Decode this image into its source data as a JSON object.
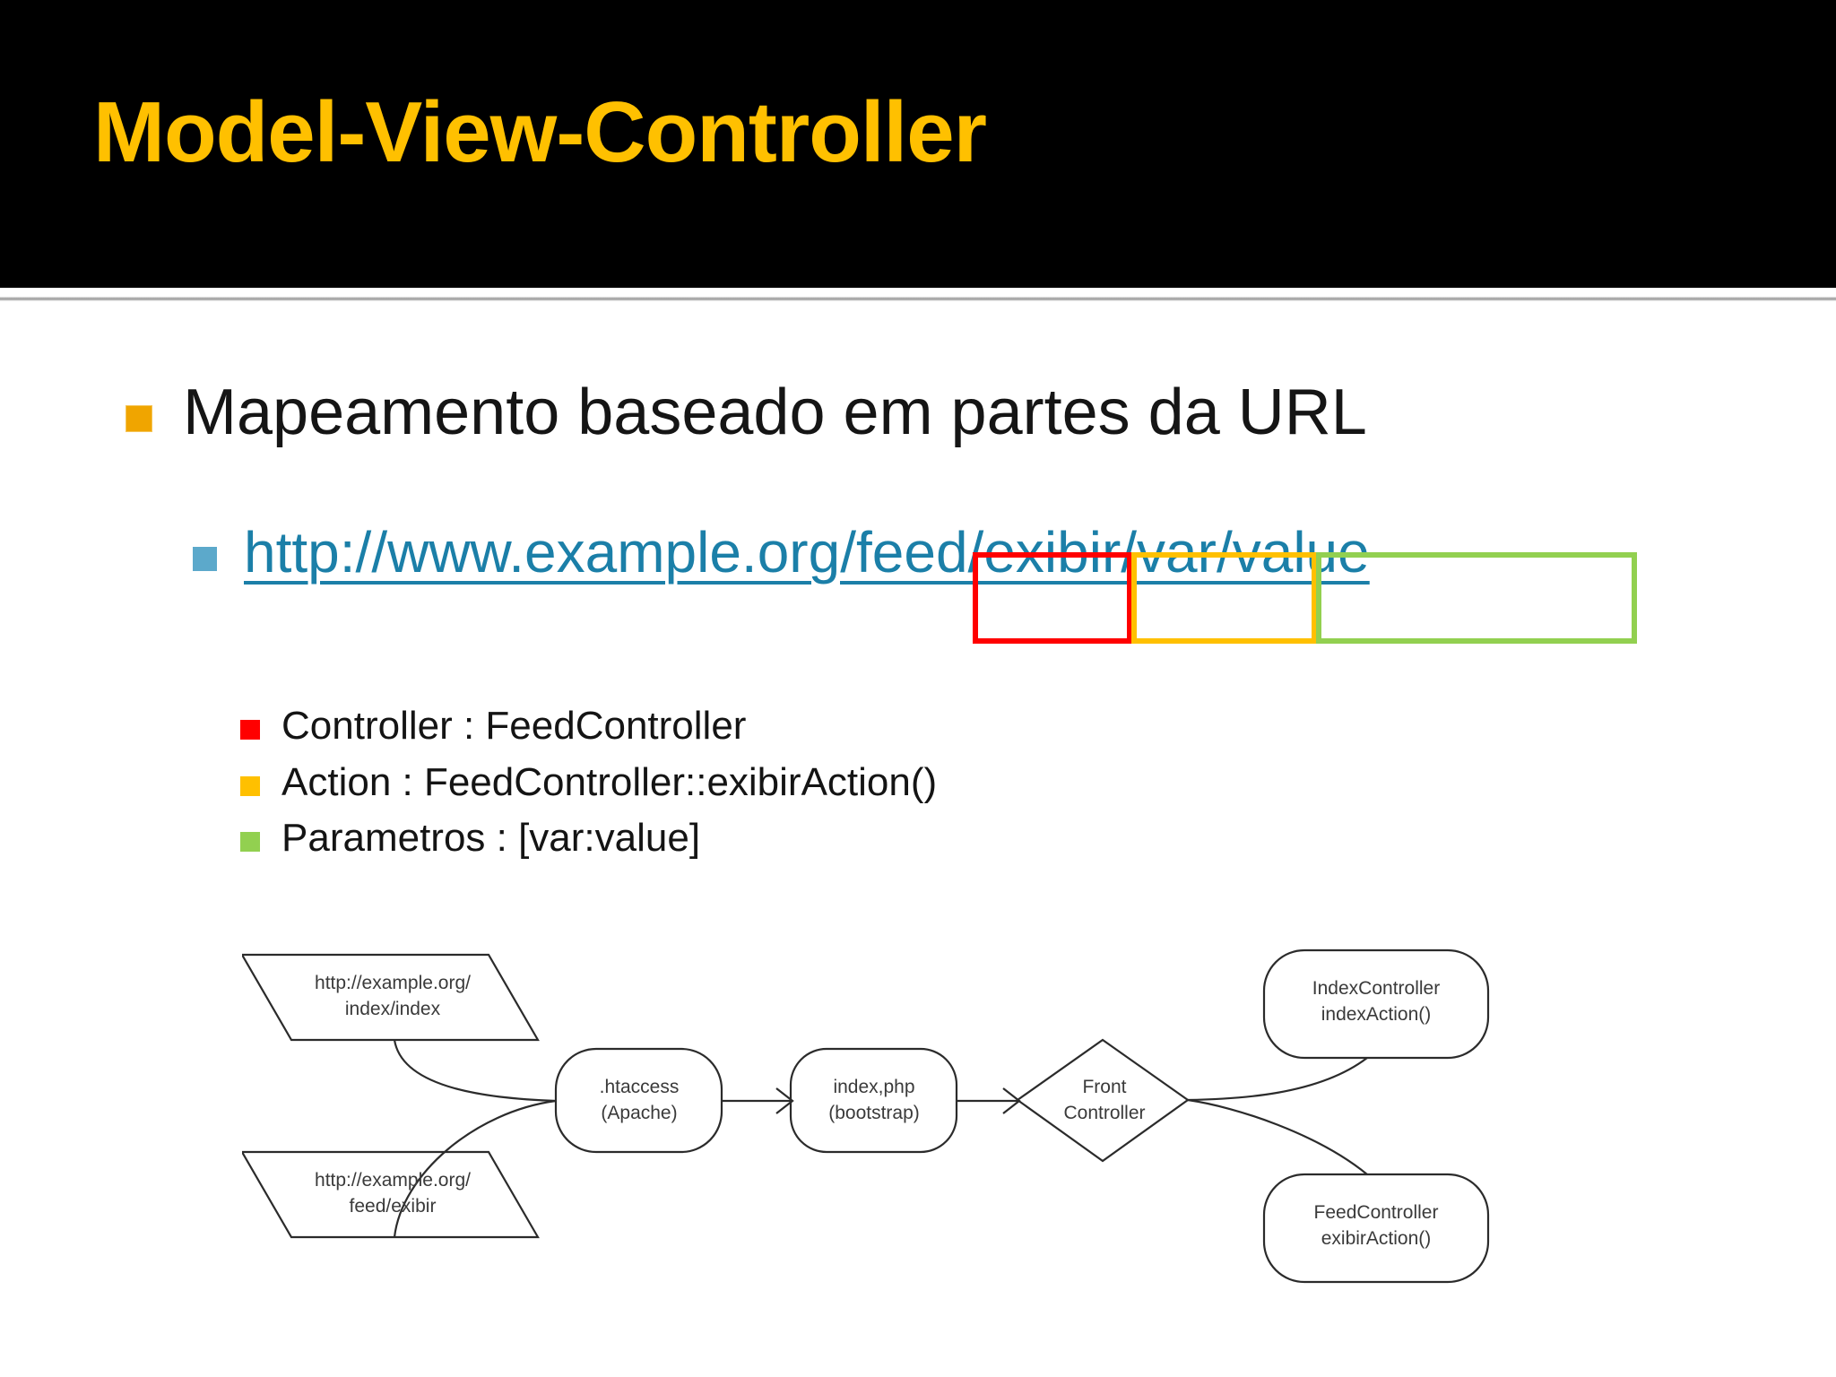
{
  "slide": {
    "title": "Model-View-Controller",
    "title_color": "#FFC000",
    "header_bg": "#000000",
    "background": "#FFFFFF"
  },
  "content": {
    "level1": {
      "bullet_color": "#F0A500",
      "text": "Mapeamento baseado em partes da URL"
    },
    "level2": {
      "bullet_color": "#5CA9CB",
      "link_color": "#1B7FA8",
      "url_parts": {
        "base": "http://www.example.org",
        "controller_segment": "/feed",
        "action_segment": "/exibir",
        "params_segment": "/var/value"
      },
      "full_url": "http://www.example.org/feed/exibir/var/value",
      "highlights": [
        {
          "name": "controller-highlight",
          "segment": "/feed",
          "color": "#FF0000"
        },
        {
          "name": "action-highlight",
          "segment": "/exibir",
          "color": "#FFC000"
        },
        {
          "name": "params-highlight",
          "segment": "/var/value",
          "color": "#92D050"
        }
      ]
    },
    "level3_items": [
      {
        "marker_color": "#FF0000",
        "text": "Controller : FeedController"
      },
      {
        "marker_color": "#FFC000",
        "text": "Action : FeedController::exibirAction()"
      },
      {
        "marker_color": "#92D050",
        "text": "Parametros : [var:value]"
      }
    ]
  },
  "diagram": {
    "nodes": {
      "url_index": {
        "line1": "http://example.org/",
        "line2": "index/index",
        "shape": "parallelogram"
      },
      "url_feed": {
        "line1": "http://example.org/",
        "line2": "feed/exibir",
        "shape": "parallelogram"
      },
      "htaccess": {
        "line1": ".htaccess",
        "line2": "(Apache)",
        "shape": "rounded-rect"
      },
      "indexphp": {
        "line1": "index,php",
        "line2": "(bootstrap)",
        "shape": "rounded-rect"
      },
      "front_controller": {
        "line1": "Front",
        "line2": "Controller",
        "shape": "diamond"
      },
      "index_controller": {
        "line1": "IndexController",
        "line2": "indexAction()",
        "shape": "rounded-rect"
      },
      "feed_controller": {
        "line1": "FeedController",
        "line2": "exibirAction()",
        "shape": "rounded-rect"
      }
    }
  }
}
